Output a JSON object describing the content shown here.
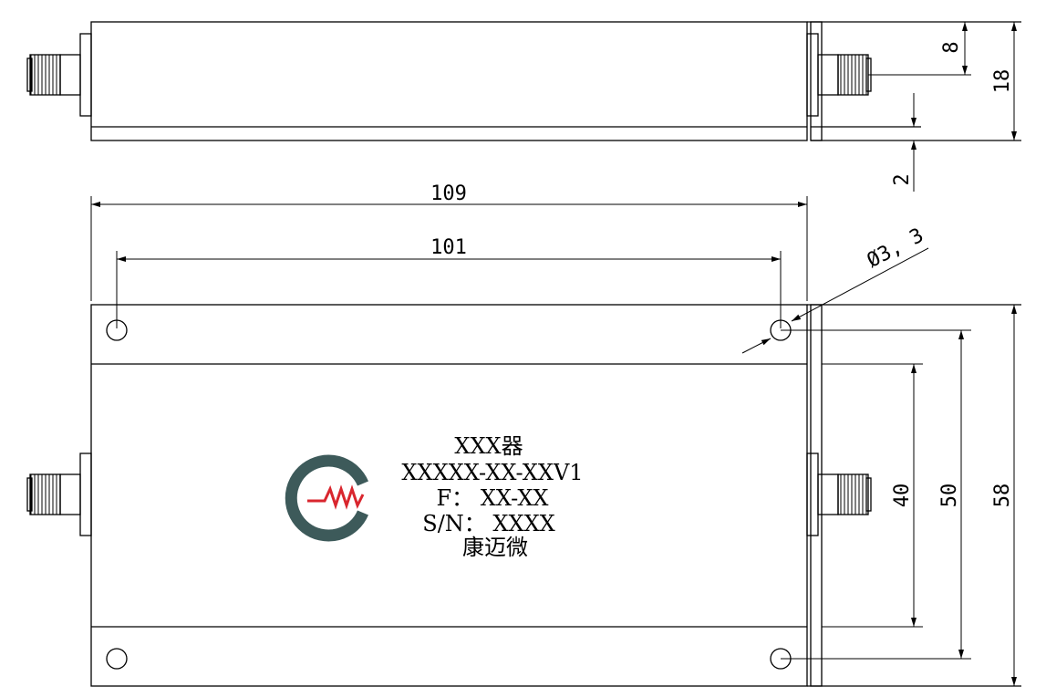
{
  "dimensions": {
    "length_overall": "109",
    "hole_spacing_length": "101",
    "hole_diameter": "Ø3, 3",
    "height_overall": "18",
    "connector_height": "8",
    "base_thickness": "2",
    "width_inner": "40",
    "hole_spacing_width": "50",
    "width_overall": "58"
  },
  "label": {
    "line1": "XXX器",
    "line2": "XXXXX-XX-XXV1",
    "line3": "F： XX-XX",
    "line4": "S/N： XXXX",
    "line5": "康迈微"
  },
  "colors": {
    "line": "#000000",
    "logo_gray": "#3d5a5a",
    "logo_red": "#d9262e"
  }
}
